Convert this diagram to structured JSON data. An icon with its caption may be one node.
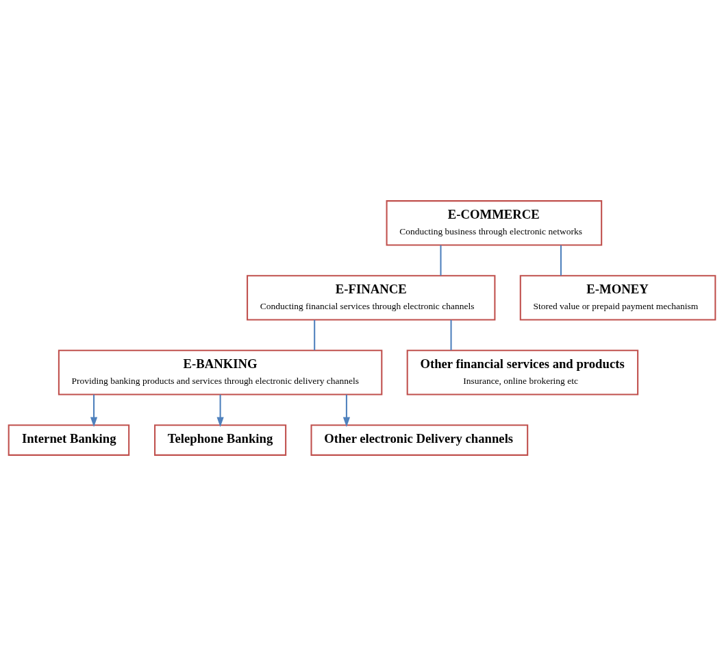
{
  "diagram": {
    "nodes": [
      {
        "text": [
          "E-COMMERCE",
          "Conducting business through electronic networks"
        ]
      },
      {
        "text": [
          "E-FINANCE",
          "Conducting financial services through electronic channels"
        ]
      },
      {
        "text": [
          "E-MONEY",
          "Stored value or prepaid payment mechanism"
        ]
      },
      {
        "text": [
          "E-BANKING",
          "Providing banking products and services through electronic delivery channels"
        ]
      },
      {
        "text": [
          "Other financial services and products",
          "Insurance, online brokering etc"
        ]
      },
      {
        "text": [
          "Internet Banking"
        ]
      },
      {
        "text": [
          "Telephone Banking"
        ]
      },
      {
        "text": [
          "Other electronic Delivery channels"
        ]
      }
    ],
    "edges": [
      {
        "from": 0,
        "to": 1,
        "arrow": "none"
      },
      {
        "from": 0,
        "to": 2,
        "arrow": "none"
      },
      {
        "from": 1,
        "to": 3,
        "arrow": "none"
      },
      {
        "from": 1,
        "to": 4,
        "arrow": "none"
      },
      {
        "from": 3,
        "to": 5,
        "arrow": "to"
      },
      {
        "from": 3,
        "to": 6,
        "arrow": "to"
      },
      {
        "from": 3,
        "to": 7,
        "arrow": "to"
      }
    ]
  }
}
